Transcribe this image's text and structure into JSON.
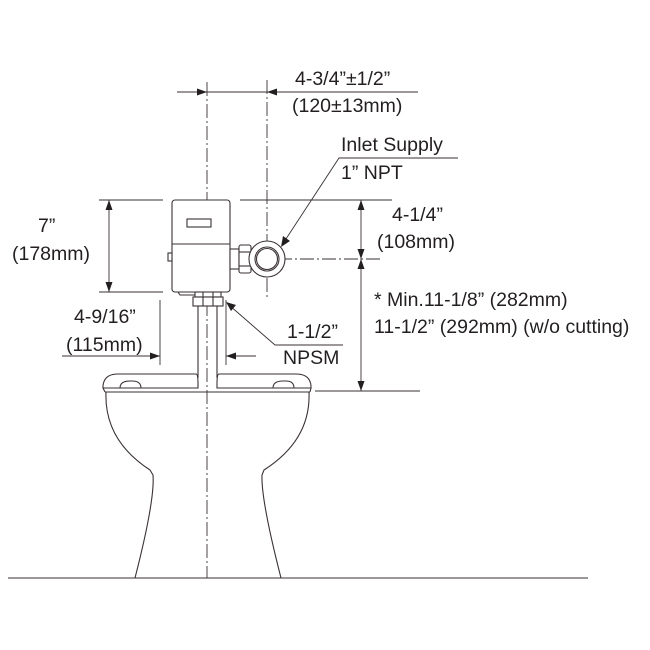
{
  "diagram": {
    "type": "technical-dimension-drawing",
    "subject": "Toilet flush valve installation",
    "line_color": "#231f20"
  },
  "dimensions": {
    "supply_offset": {
      "imperial": "4-3/4”±1/2”",
      "metric": "(120±13mm)"
    },
    "valve_height": {
      "imperial": "7”",
      "metric": "(178mm)"
    },
    "inlet_height": {
      "imperial": "4-1/4”",
      "metric": "(108mm)"
    },
    "pipe_offset": {
      "imperial": "4-9/16”",
      "metric": "(115mm)"
    },
    "min_height": {
      "line1": "* Min.11-1/8” (282mm)",
      "line2": "11-1/2” (292mm) (w/o cutting)"
    }
  },
  "callouts": {
    "inlet_supply": {
      "title": "Inlet Supply",
      "spec": "1” NPT"
    },
    "outlet": {
      "size": "1-1/2”",
      "spec": "NPSM"
    }
  }
}
